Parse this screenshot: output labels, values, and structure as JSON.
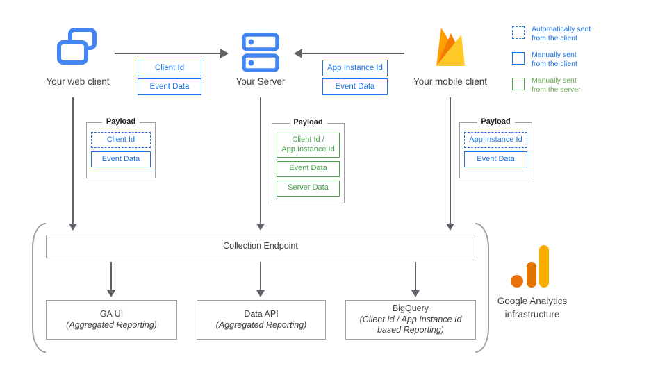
{
  "nodes": {
    "web": {
      "label": "Your web client"
    },
    "server": {
      "label": "Your Server"
    },
    "mobile": {
      "label": "Your mobile client"
    }
  },
  "edges": {
    "web_to_server": {
      "labels": [
        "Client Id",
        "Event Data"
      ]
    },
    "mobile_to_server": {
      "labels": [
        "App Instance Id",
        "Event Data"
      ]
    }
  },
  "legend": {
    "items": [
      {
        "label": "Automatically sent\nfrom the client",
        "style": "dashed-blue"
      },
      {
        "label": "Manually sent\nfrom the client",
        "style": "solid-blue"
      },
      {
        "label": "Manually sent\nfrom the server",
        "style": "solid-green"
      }
    ]
  },
  "payloads": {
    "title": "Payload",
    "web": {
      "items": [
        {
          "label": "Client Id",
          "style": "dashed-blue"
        },
        {
          "label": "Event Data",
          "style": "solid-blue"
        }
      ]
    },
    "server": {
      "items": [
        {
          "label": "Client Id /\nApp Instance Id",
          "style": "solid-green"
        },
        {
          "label": "Event Data",
          "style": "solid-green"
        },
        {
          "label": "Server Data",
          "style": "solid-green"
        }
      ]
    },
    "mobile": {
      "items": [
        {
          "label": "App Instance Id",
          "style": "dashed-blue"
        },
        {
          "label": "Event Data",
          "style": "solid-blue"
        }
      ]
    }
  },
  "infrastructure": {
    "endpoint_label": "Collection Endpoint",
    "outputs": [
      {
        "title": "GA UI",
        "subtitle": "(Aggregated Reporting)"
      },
      {
        "title": "Data API",
        "subtitle": "(Aggregated Reporting)"
      },
      {
        "title": "BigQuery",
        "subtitle": "(Client Id / App Instance Id based Reporting)"
      }
    ],
    "caption": "Google Analytics\ninfrastructure"
  },
  "colors": {
    "blue": "#1a73e8",
    "icon_blue": "#4285f4",
    "green": "#45a049",
    "legend_green": "#6aa84f",
    "arrow_gray": "#5f6368",
    "border_gray": "#9aa0a6",
    "firebase_yellow": "#FFCA28",
    "firebase_orange": "#FFA000",
    "firebase_deep_orange": "#F57C00",
    "ga_orange": "#E37400",
    "ga_dot_orange": "#E8710A",
    "ga_amber": "#F9AB00"
  }
}
